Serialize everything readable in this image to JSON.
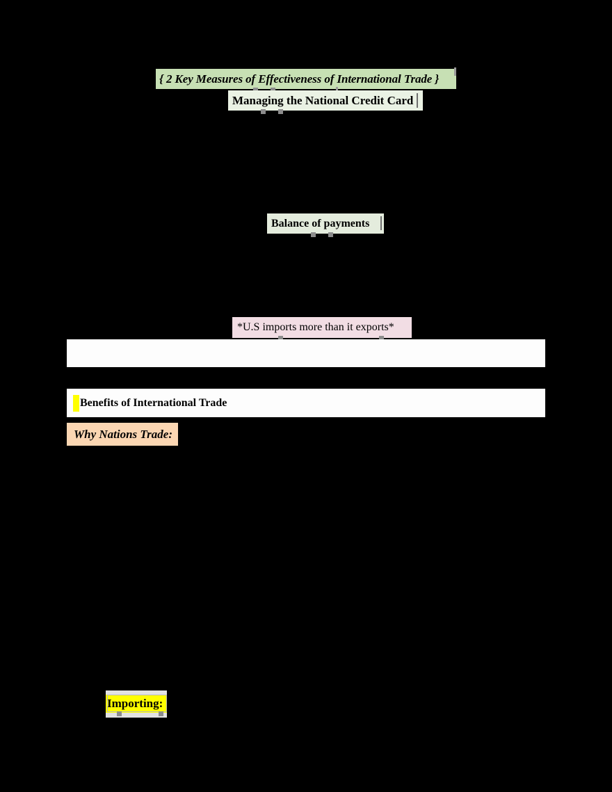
{
  "document": {
    "background_color": "#000000",
    "page_color": "#fdfdfd"
  },
  "headings": {
    "primary": "{ 2 Key Measures of Effectiveness of International Trade }",
    "secondary": "Managing the National Credit Card"
  },
  "sections": {
    "balance_of_payments": "Balance of payments",
    "trade_deficit_note": "*U.S imports more than it exports*",
    "benefits_heading": "Benefits of International Trade",
    "why_nations_trade": "Why Nations Trade:",
    "importing": "Importing:"
  },
  "highlight_colors": {
    "green_strong": "#c7e0b4",
    "green_pale": "#eaf2e4",
    "green_soft": "#e4ecdd",
    "pink": "#f2dde4",
    "peach": "#fbd6b2",
    "yellow": "#ffff00"
  }
}
